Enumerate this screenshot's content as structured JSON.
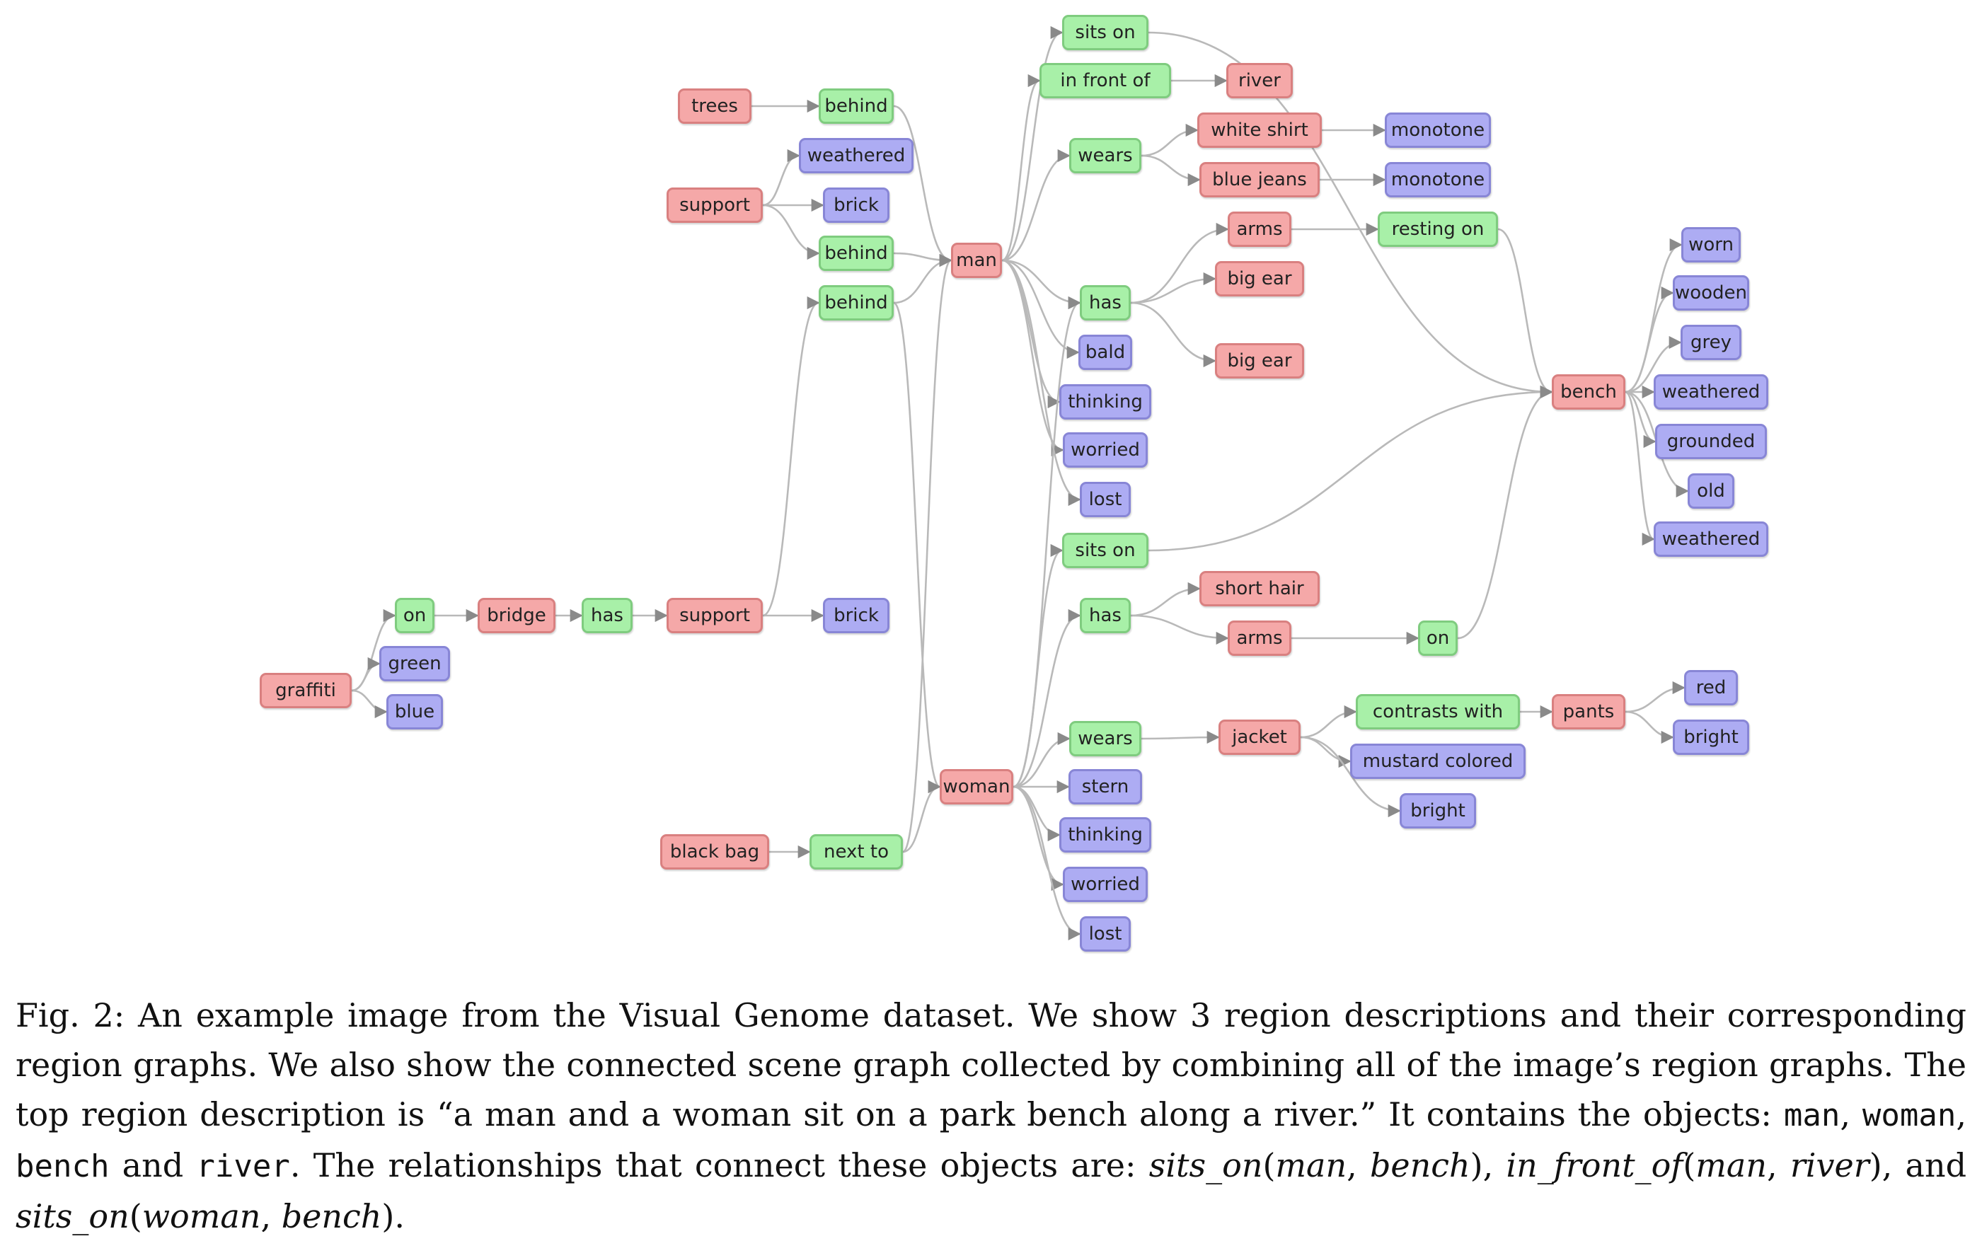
{
  "figure": {
    "colors": {
      "object": "#f5a8a8",
      "relation": "#a8f0a8",
      "attribute": "#adacf3",
      "edge": "#b9b9b9"
    },
    "nodes": [
      {
        "id": "graffiti",
        "label": "graffiti",
        "kind": "object"
      },
      {
        "id": "on1",
        "label": "on",
        "kind": "relation"
      },
      {
        "id": "green",
        "label": "green",
        "kind": "attribute"
      },
      {
        "id": "blue",
        "label": "blue",
        "kind": "attribute"
      },
      {
        "id": "bridge",
        "label": "bridge",
        "kind": "object"
      },
      {
        "id": "has1",
        "label": "has",
        "kind": "relation"
      },
      {
        "id": "support2",
        "label": "support",
        "kind": "object"
      },
      {
        "id": "brick2",
        "label": "brick",
        "kind": "attribute"
      },
      {
        "id": "trees",
        "label": "trees",
        "kind": "object"
      },
      {
        "id": "behind1",
        "label": "behind",
        "kind": "relation"
      },
      {
        "id": "weathered1",
        "label": "weathered",
        "kind": "attribute"
      },
      {
        "id": "support1",
        "label": "support",
        "kind": "object"
      },
      {
        "id": "brick1",
        "label": "brick",
        "kind": "attribute"
      },
      {
        "id": "behind2",
        "label": "behind",
        "kind": "relation"
      },
      {
        "id": "behind3",
        "label": "behind",
        "kind": "relation"
      },
      {
        "id": "blackbag",
        "label": "black bag",
        "kind": "object"
      },
      {
        "id": "nextto",
        "label": "next to",
        "kind": "relation"
      },
      {
        "id": "man",
        "label": "man",
        "kind": "object"
      },
      {
        "id": "woman",
        "label": "woman",
        "kind": "object"
      },
      {
        "id": "sitson1",
        "label": "sits on",
        "kind": "relation"
      },
      {
        "id": "infrontof",
        "label": "in front of",
        "kind": "relation"
      },
      {
        "id": "wears1",
        "label": "wears",
        "kind": "relation"
      },
      {
        "id": "has2",
        "label": "has",
        "kind": "relation"
      },
      {
        "id": "bald",
        "label": "bald",
        "kind": "attribute"
      },
      {
        "id": "thinking1",
        "label": "thinking",
        "kind": "attribute"
      },
      {
        "id": "worried1",
        "label": "worried",
        "kind": "attribute"
      },
      {
        "id": "lost1",
        "label": "lost",
        "kind": "attribute"
      },
      {
        "id": "sitson2",
        "label": "sits on",
        "kind": "relation"
      },
      {
        "id": "has3",
        "label": "has",
        "kind": "relation"
      },
      {
        "id": "wears2",
        "label": "wears",
        "kind": "relation"
      },
      {
        "id": "stern",
        "label": "stern",
        "kind": "attribute"
      },
      {
        "id": "thinking2",
        "label": "thinking",
        "kind": "attribute"
      },
      {
        "id": "worried2",
        "label": "worried",
        "kind": "attribute"
      },
      {
        "id": "lost2",
        "label": "lost",
        "kind": "attribute"
      },
      {
        "id": "river",
        "label": "river",
        "kind": "object"
      },
      {
        "id": "whiteshirt",
        "label": "white shirt",
        "kind": "object"
      },
      {
        "id": "bluejeans",
        "label": "blue jeans",
        "kind": "object"
      },
      {
        "id": "monotone1",
        "label": "monotone",
        "kind": "attribute"
      },
      {
        "id": "monotone2",
        "label": "monotone",
        "kind": "attribute"
      },
      {
        "id": "arms1",
        "label": "arms",
        "kind": "object"
      },
      {
        "id": "restingon",
        "label": "resting on",
        "kind": "relation"
      },
      {
        "id": "bigear1",
        "label": "big ear",
        "kind": "object"
      },
      {
        "id": "bigear2",
        "label": "big ear",
        "kind": "object"
      },
      {
        "id": "shorthair",
        "label": "short hair",
        "kind": "object"
      },
      {
        "id": "arms2",
        "label": "arms",
        "kind": "object"
      },
      {
        "id": "on2",
        "label": "on",
        "kind": "relation"
      },
      {
        "id": "jacket",
        "label": "jacket",
        "kind": "object"
      },
      {
        "id": "contrastswith",
        "label": "contrasts with",
        "kind": "relation"
      },
      {
        "id": "mustard",
        "label": "mustard colored",
        "kind": "attribute"
      },
      {
        "id": "bright1",
        "label": "bright",
        "kind": "attribute"
      },
      {
        "id": "pants",
        "label": "pants",
        "kind": "object"
      },
      {
        "id": "red",
        "label": "red",
        "kind": "attribute"
      },
      {
        "id": "bright2",
        "label": "bright",
        "kind": "attribute"
      },
      {
        "id": "bench",
        "label": "bench",
        "kind": "object"
      },
      {
        "id": "worn",
        "label": "worn",
        "kind": "attribute"
      },
      {
        "id": "wooden",
        "label": "wooden",
        "kind": "attribute"
      },
      {
        "id": "grey",
        "label": "grey",
        "kind": "attribute"
      },
      {
        "id": "weathered2",
        "label": "weathered",
        "kind": "attribute"
      },
      {
        "id": "grounded",
        "label": "grounded",
        "kind": "attribute"
      },
      {
        "id": "old",
        "label": "old",
        "kind": "attribute"
      },
      {
        "id": "weathered3",
        "label": "weathered",
        "kind": "attribute"
      }
    ],
    "edges": [
      [
        "graffiti",
        "on1"
      ],
      [
        "graffiti",
        "green"
      ],
      [
        "graffiti",
        "blue"
      ],
      [
        "on1",
        "bridge"
      ],
      [
        "bridge",
        "has1"
      ],
      [
        "has1",
        "support2"
      ],
      [
        "support2",
        "brick2"
      ],
      [
        "support2",
        "behind3"
      ],
      [
        "trees",
        "behind1"
      ],
      [
        "behind1",
        "man"
      ],
      [
        "support1",
        "weathered1"
      ],
      [
        "support1",
        "brick1"
      ],
      [
        "support1",
        "behind2"
      ],
      [
        "behind2",
        "man"
      ],
      [
        "behind3",
        "man"
      ],
      [
        "behind3",
        "woman"
      ],
      [
        "blackbag",
        "nextto"
      ],
      [
        "nextto",
        "woman"
      ],
      [
        "nextto",
        "man"
      ],
      [
        "man",
        "sitson1"
      ],
      [
        "man",
        "infrontof"
      ],
      [
        "man",
        "wears1"
      ],
      [
        "man",
        "has2"
      ],
      [
        "man",
        "bald"
      ],
      [
        "man",
        "thinking1"
      ],
      [
        "man",
        "worried1"
      ],
      [
        "man",
        "lost1"
      ],
      [
        "woman",
        "sitson2"
      ],
      [
        "woman",
        "has3"
      ],
      [
        "woman",
        "wears2"
      ],
      [
        "woman",
        "stern"
      ],
      [
        "woman",
        "thinking2"
      ],
      [
        "woman",
        "worried2"
      ],
      [
        "woman",
        "lost2"
      ],
      [
        "woman",
        "has2"
      ],
      [
        "sitson1",
        "bench"
      ],
      [
        "infrontof",
        "river"
      ],
      [
        "wears1",
        "whiteshirt"
      ],
      [
        "wears1",
        "bluejeans"
      ],
      [
        "whiteshirt",
        "monotone1"
      ],
      [
        "bluejeans",
        "monotone2"
      ],
      [
        "has2",
        "arms1"
      ],
      [
        "has2",
        "bigear1"
      ],
      [
        "has2",
        "bigear2"
      ],
      [
        "arms1",
        "restingon"
      ],
      [
        "restingon",
        "bench"
      ],
      [
        "sitson2",
        "bench"
      ],
      [
        "has3",
        "shorthair"
      ],
      [
        "has3",
        "arms2"
      ],
      [
        "arms2",
        "on2"
      ],
      [
        "on2",
        "bench"
      ],
      [
        "wears2",
        "jacket"
      ],
      [
        "jacket",
        "contrastswith"
      ],
      [
        "jacket",
        "mustard"
      ],
      [
        "jacket",
        "bright1"
      ],
      [
        "contrastswith",
        "pants"
      ],
      [
        "pants",
        "red"
      ],
      [
        "pants",
        "bright2"
      ],
      [
        "bench",
        "worn"
      ],
      [
        "bench",
        "wooden"
      ],
      [
        "bench",
        "grey"
      ],
      [
        "bench",
        "weathered2"
      ],
      [
        "bench",
        "grounded"
      ],
      [
        "bench",
        "old"
      ],
      [
        "bench",
        "weathered3"
      ]
    ]
  },
  "caption": {
    "label": "Fig. 2:",
    "s1": " An example image from the Visual Genome dataset. We show 3 region descriptions and their corresponding region graphs. We also show the connected scene graph collected by combining all of the image’s region graphs. The top region description is “a man and a woman sit on a park bench along a river.” It contains the objects: ",
    "obj1": "man",
    "sep1": ", ",
    "obj2": "woman",
    "sep2": ", ",
    "obj3": "bench",
    "sep3": " and ",
    "obj4": "river",
    "s2": ". The relationships that connect these objects are: ",
    "rel1": "sits_on",
    "p1": "(",
    "rel1a": "man",
    "c1": ", ",
    "rel1b": "bench",
    "p2": "), ",
    "rel2": "in_front_of",
    "p3": "(",
    "rel2a": "man",
    "c2": ", ",
    "rel2b": "river",
    "p4": "), and ",
    "rel3": "sits_on",
    "p5": "(",
    "rel3a": "woman",
    "c3": ", ",
    "rel3b": "bench",
    "p6": ")."
  }
}
